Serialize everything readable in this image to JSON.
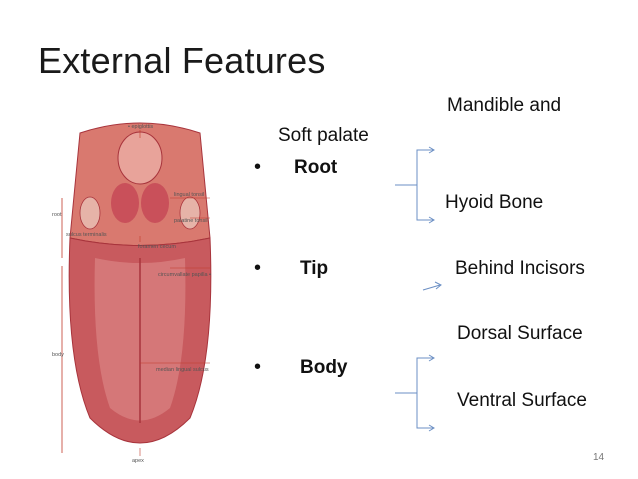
{
  "slide": {
    "title": "External Features",
    "page_number": "14",
    "bullet_glyph": "•"
  },
  "features": {
    "root": {
      "label": "Root",
      "attach_top_line1": "Mandible and",
      "attach_top_line2": "Soft palate",
      "attach_bottom": "Hyoid Bone"
    },
    "tip": {
      "label": "Tip",
      "relation": "Behind Incisors"
    },
    "body": {
      "label": "Body",
      "surface_top": "Dorsal Surface",
      "surface_bottom": "Ventral Surface"
    }
  },
  "figure": {
    "labels": {
      "epiglottis": "• epiglottis",
      "lingual_tonsil": "lingual tonsil",
      "root": "root",
      "palatine_tonsil": "palatine tonsil",
      "sulcus_terminalis": "sulcus terminalis",
      "foramen_cecum": "foramen cecum",
      "circumvallate_papilla": "circumvallate papilla •",
      "body": "body",
      "median_lingual_sulcus": "median lingual sulcus",
      "apex": "apex"
    },
    "colors": {
      "tongue": "#c85a5e",
      "tongue_dark": "#a8343c",
      "tongue_light": "#e08f8e",
      "root_tissue": "#d9796f",
      "leader_line": "#c0392b"
    }
  }
}
